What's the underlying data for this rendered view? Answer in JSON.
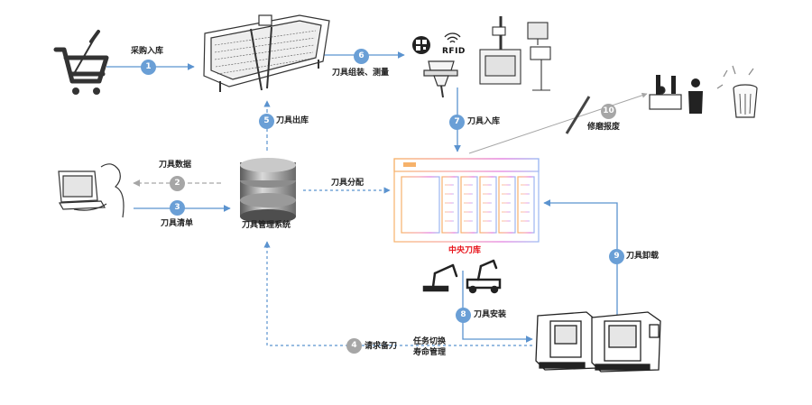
{
  "colors": {
    "blue": "#5b93cf",
    "grey": "#a6a6a6",
    "step_blue": "#6a9fd6",
    "red": "#e8121a"
  },
  "steps": [
    {
      "num": "1",
      "label": "采购入库",
      "style": "blue"
    },
    {
      "num": "2",
      "label": "刀具数据",
      "style": "grey"
    },
    {
      "num": "3",
      "label": "刀具清单",
      "style": "blue"
    },
    {
      "num": "4",
      "label": "请求备刀",
      "style": "grey"
    },
    {
      "num": "5",
      "label": "刀具出库",
      "style": "blue"
    },
    {
      "num": "6",
      "label": "刀具组装、测量",
      "style": "blue"
    },
    {
      "num": "7",
      "label": "刀具入库",
      "style": "blue"
    },
    {
      "num": "8",
      "label": "刀具安装",
      "style": "blue"
    },
    {
      "num": "9",
      "label": "刀具卸载",
      "style": "blue"
    },
    {
      "num": "10",
      "label": "修磨报废",
      "style": "grey"
    }
  ],
  "nodes": {
    "tool_management_system": "刀具管理系统",
    "central_tool_store": "中央刀库",
    "tool_distribution": "刀具分配",
    "task_switch": "任务切换",
    "life_management": "寿命管理",
    "rfid": "RFID"
  },
  "icons": [
    "shopping-cart-icon",
    "storage-cabinet-icon",
    "qr-code-icon",
    "rfid-signal-icon",
    "tool-holder-icon",
    "presetter-machine-icon",
    "scrap-bin-icon",
    "operator-laptop-icon",
    "database-icon",
    "central-tool-store-icon",
    "robot-arm-icon",
    "agv-robot-icon",
    "cnc-machine-icon"
  ]
}
